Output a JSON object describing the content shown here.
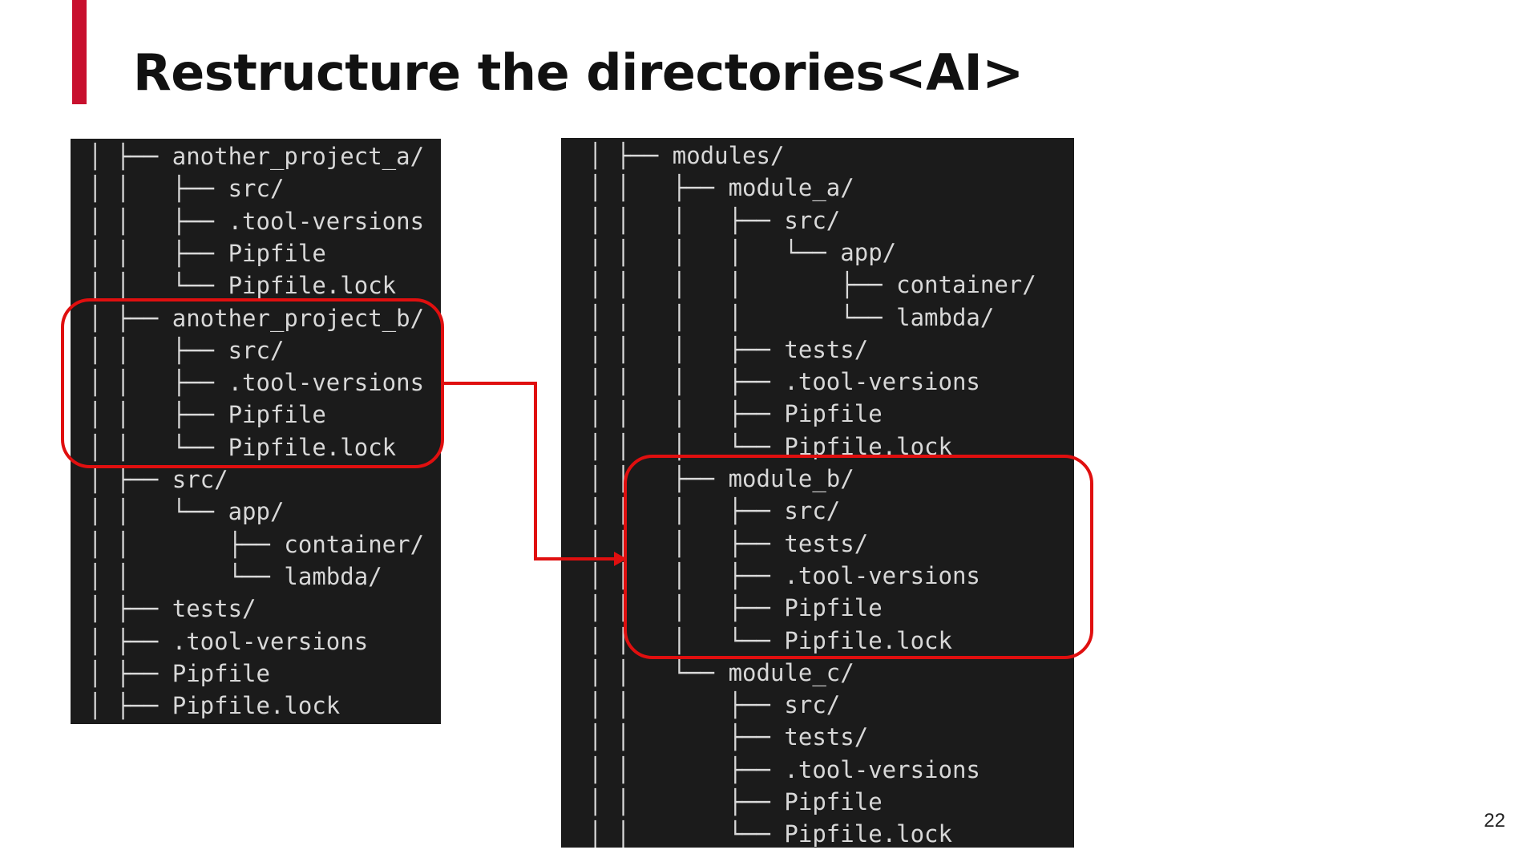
{
  "slide": {
    "title": "Restructure the directories<AI>",
    "page_number": "22",
    "accent_color": "#c8102e",
    "highlight_color": "#e00f0f",
    "terminal_bg": "#1b1b1b",
    "tree_text_color": "#d8d8d8"
  },
  "left_tree": [
    "│ ├── another_project_a/",
    "│ │   ├── src/",
    "│ │   ├── .tool-versions",
    "│ │   ├── Pipfile",
    "│ │   └── Pipfile.lock",
    "│ ├── another_project_b/",
    "│ │   ├── src/",
    "│ │   ├── .tool-versions",
    "│ │   ├── Pipfile",
    "│ │   └── Pipfile.lock",
    "│ ├── src/",
    "│ │   └── app/",
    "│ │       ├── container/",
    "│ │       └── lambda/",
    "│ ├── tests/",
    "│ ├── .tool-versions",
    "│ ├── Pipfile",
    "│ ├── Pipfile.lock"
  ],
  "right_tree": [
    "│ ├── modules/",
    "│ │   ├── module_a/",
    "│ │   │   ├── src/",
    "│ │   │   │   └── app/",
    "│ │   │   │       ├── container/",
    "│ │   │   │       └── lambda/",
    "│ │   │   ├── tests/",
    "│ │   │   ├── .tool-versions",
    "│ │   │   ├── Pipfile",
    "│ │   │   └── Pipfile.lock",
    "│ │   ├── module_b/",
    "│ │   │   ├── src/",
    "│ │   │   ├── tests/",
    "│ │   │   ├── .tool-versions",
    "│ │   │   ├── Pipfile",
    "│ │   │   └── Pipfile.lock",
    "│ │   └── module_c/",
    "│ │       ├── src/",
    "│ │       ├── tests/",
    "│ │       ├── .tool-versions",
    "│ │       ├── Pipfile",
    "│ │       └── Pipfile.lock"
  ]
}
